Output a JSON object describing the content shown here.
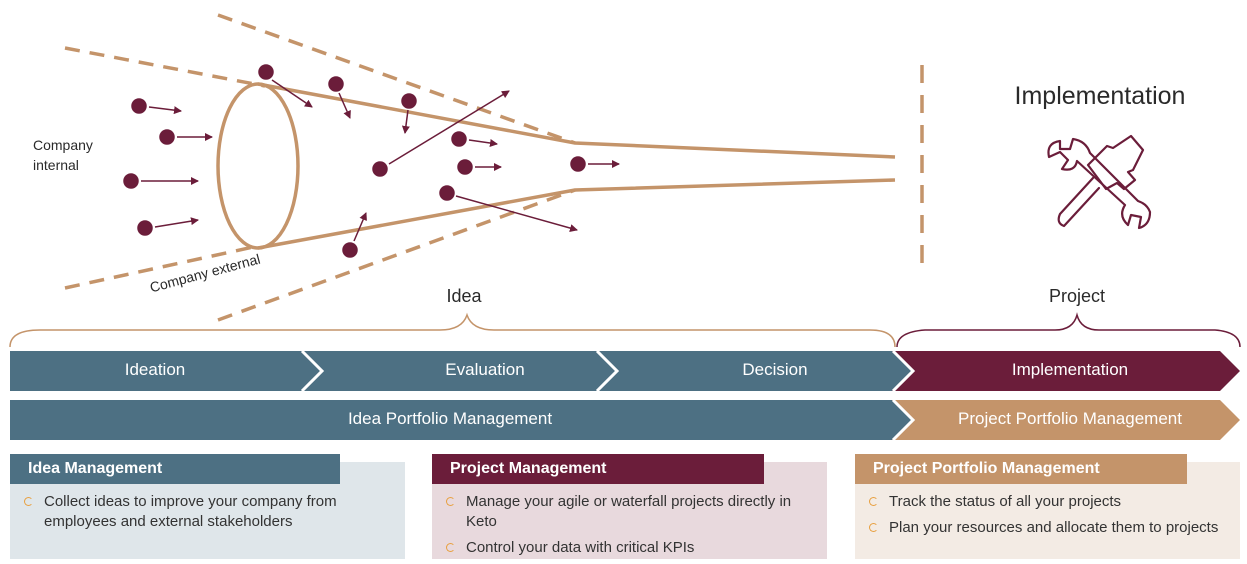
{
  "diagram": {
    "label_internal_line1": "Company",
    "label_internal_line2": "internal",
    "label_external": "Company external",
    "implementation_title": "Implementation",
    "idea_label": "Idea",
    "project_label": "Project"
  },
  "stages": [
    "Ideation",
    "Evaluation",
    "Decision",
    "Implementation"
  ],
  "portfolio": {
    "idea": "Idea Portfolio Management",
    "project": "Project Portfolio Management"
  },
  "panels": [
    {
      "title": "Idea Management",
      "items": [
        "Collect ideas to improve your company from employees and external stakeholders"
      ]
    },
    {
      "title": "Project Management",
      "items": [
        "Manage your agile or waterfall projects directly in Keto",
        "Control your data with critical KPIs"
      ]
    },
    {
      "title": "Project Portfolio Management",
      "items": [
        "Track the status of all your projects",
        "Plan your resources and allocate them to projects"
      ]
    }
  ],
  "colors": {
    "funnel": "#c4946a",
    "dot": "#6b1d3a",
    "blue": "#4d7083",
    "maroon": "#6b1d3a",
    "tan": "#c4946a"
  },
  "icons": {
    "implementation": "hammer-wrench-icon"
  }
}
